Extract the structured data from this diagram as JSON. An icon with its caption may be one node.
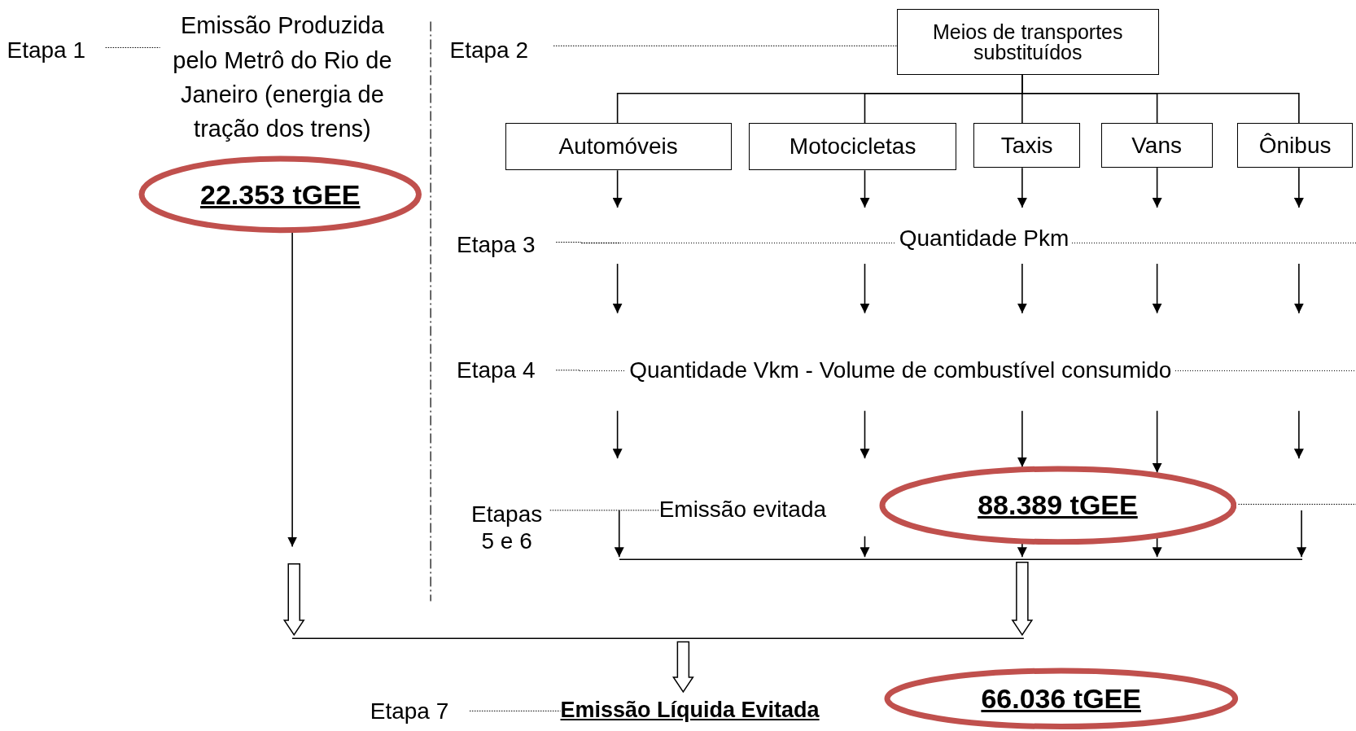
{
  "diagram": {
    "nodes": [
      {
        "text": [
          "Etapa 1"
        ]
      },
      {
        "text": [
          "Emissão Produzida pelo Metrô do Rio de Janeiro (energia de tração dos trens)"
        ]
      },
      {
        "text": [
          "22.353 tGEE"
        ]
      },
      {
        "text": [
          "Etapa 2"
        ]
      },
      {
        "text": [
          "Meios de transportes substituídos"
        ]
      },
      {
        "text": [
          "Automóveis"
        ]
      },
      {
        "text": [
          "Motocicletas"
        ]
      },
      {
        "text": [
          "Taxis"
        ]
      },
      {
        "text": [
          "Vans"
        ]
      },
      {
        "text": [
          "Ônibus"
        ]
      },
      {
        "text": [
          "Etapa 3"
        ]
      },
      {
        "text": [
          "Quantidade Pkm"
        ]
      },
      {
        "text": [
          "Etapa 4"
        ]
      },
      {
        "text": [
          "Quantidade Vkm - Volume de combustível consumido"
        ]
      },
      {
        "text": [
          "Etapas 5 e 6"
        ]
      },
      {
        "text": [
          "Emissão evitada"
        ]
      },
      {
        "text": [
          "88.389 tGEE"
        ]
      },
      {
        "text": [],
        "shape": "bar"
      },
      {
        "text": [],
        "shape": "bar"
      },
      {
        "text": [
          "Etapa 7"
        ]
      },
      {
        "text": [
          "Emissão Líquida Evitada"
        ]
      },
      {
        "text": [
          "66.036 tGEE"
        ]
      }
    ],
    "edges": [
      {
        "from": 0,
        "to": 1,
        "arrow": "none",
        "style": "dashed"
      },
      {
        "from": 2,
        "to": null,
        "arrow": "to"
      },
      {
        "from": null,
        "to": 18,
        "arrow": "to",
        "style": "thick"
      },
      {
        "from": 3,
        "to": 4,
        "arrow": "none",
        "style": "dashed"
      },
      {
        "from": 4,
        "to": 5,
        "arrow": "none"
      },
      {
        "from": 4,
        "to": 6,
        "arrow": "none"
      },
      {
        "from": 4,
        "to": 7,
        "arrow": "none"
      },
      {
        "from": 4,
        "to": 8,
        "arrow": "none"
      },
      {
        "from": 4,
        "to": 9,
        "arrow": "none"
      },
      {
        "from": 5,
        "to": 11,
        "arrow": "to"
      },
      {
        "from": 6,
        "to": 11,
        "arrow": "to"
      },
      {
        "from": 7,
        "to": 11,
        "arrow": "to"
      },
      {
        "from": 8,
        "to": 11,
        "arrow": "to"
      },
      {
        "from": 9,
        "to": 11,
        "arrow": "to"
      },
      {
        "from": 11,
        "to": 13,
        "arrow": "to"
      },
      {
        "from": 11,
        "to": 13,
        "arrow": "to"
      },
      {
        "from": 11,
        "to": 13,
        "arrow": "to"
      },
      {
        "from": 11,
        "to": 13,
        "arrow": "to"
      },
      {
        "from": 11,
        "to": 13,
        "arrow": "to"
      },
      {
        "from": 10,
        "to": 11,
        "arrow": "none",
        "style": "dashed"
      },
      {
        "from": 12,
        "to": 13,
        "arrow": "none",
        "style": "dashed"
      },
      {
        "from": 13,
        "to": null,
        "arrow": "to"
      },
      {
        "from": 13,
        "to": null,
        "arrow": "to"
      },
      {
        "from": 13,
        "to": 16,
        "arrow": "to"
      },
      {
        "from": 13,
        "to": 16,
        "arrow": "to"
      },
      {
        "from": 13,
        "to": null,
        "arrow": "to"
      },
      {
        "from": 14,
        "to": 15,
        "arrow": "none",
        "style": "dashed"
      },
      {
        "from": null,
        "to": 17,
        "arrow": "to"
      },
      {
        "from": null,
        "to": 17,
        "arrow": "to"
      },
      {
        "from": 16,
        "to": 17,
        "arrow": "to"
      },
      {
        "from": 16,
        "to": 17,
        "arrow": "to"
      },
      {
        "from": null,
        "to": 17,
        "arrow": "to"
      },
      {
        "from": 17,
        "to": 18,
        "arrow": "to",
        "style": "thick"
      },
      {
        "from": 18,
        "to": 20,
        "arrow": "to",
        "style": "thick"
      },
      {
        "from": 19,
        "to": 20,
        "arrow": "none",
        "style": "dashed"
      }
    ]
  }
}
